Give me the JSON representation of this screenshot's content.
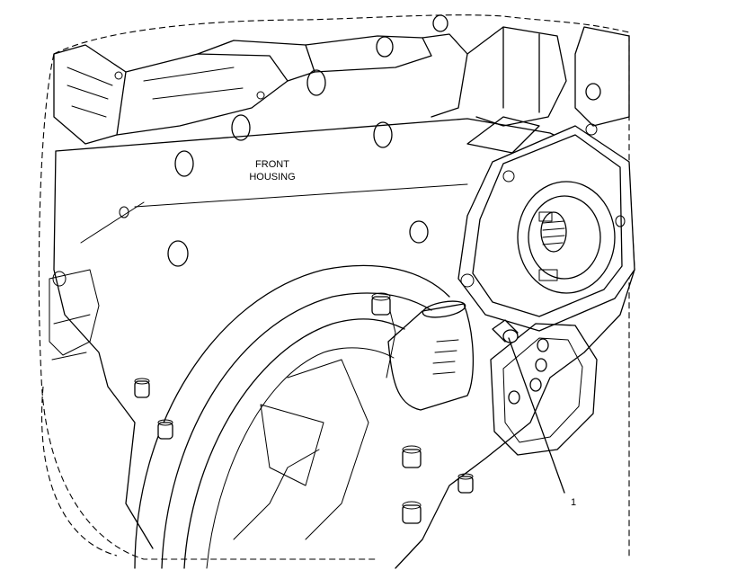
{
  "diagram": {
    "housing_label_line1": "FRONT",
    "housing_label_line2": "HOUSING",
    "callout_number": "1"
  }
}
